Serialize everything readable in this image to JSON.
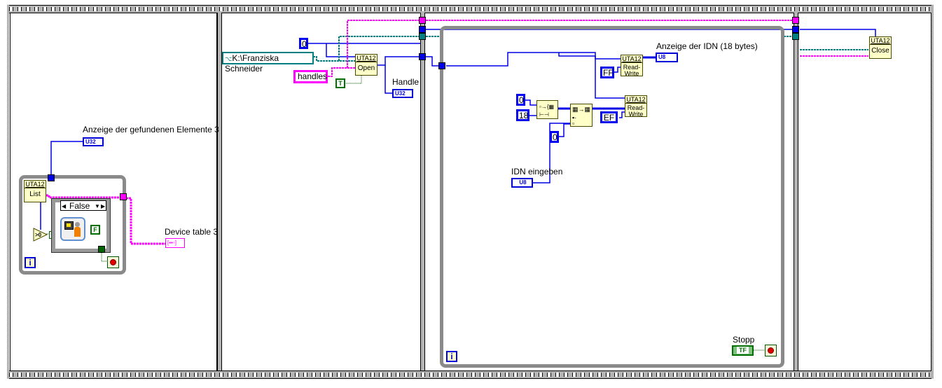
{
  "frames": {
    "frame1": {
      "indicator_count": {
        "label": "Anzeige der gefundenen Elemente 3",
        "type": "U32"
      },
      "list_subvi": {
        "header": "UTA12",
        "body": "List"
      },
      "compare": {
        "label": ">0"
      },
      "case_selector": {
        "value": "False"
      },
      "bool_const": {
        "value": "F"
      },
      "iteration": {
        "label": "i"
      },
      "device_table": {
        "label": "Device table 3"
      }
    },
    "frame2": {
      "const_zero": {
        "value": "0"
      },
      "path_const": {
        "value": "K:\\Franziska Schneider"
      },
      "handles_const": {
        "value": "handles"
      },
      "bool_true": {
        "value": "T"
      },
      "open_subvi": {
        "header": "UTA12",
        "body": "Open"
      },
      "handle_indicator": {
        "label": "Handle",
        "type": "U32"
      }
    },
    "frame3": {
      "idn_indicator": {
        "label": "Anzeige der IDN (18 bytes)",
        "type": "U8"
      },
      "readwrite1": {
        "header": "UTA12",
        "body1": "Read-",
        "body2": "Write"
      },
      "readwrite2": {
        "header": "UTA12",
        "body1": "Read-",
        "body2": "Write"
      },
      "const_ff": {
        "value": "FF"
      },
      "const_ef": {
        "value": "EF"
      },
      "const_0a": {
        "value": "0"
      },
      "const_18": {
        "value": "18"
      },
      "const_0b": {
        "value": "0"
      },
      "idn_input": {
        "label": "IDN eingeben",
        "type": "U8"
      },
      "stop_control": {
        "label": "Stopp",
        "type": "TF"
      },
      "iteration": {
        "label": "i"
      }
    },
    "frame4": {
      "close_subvi": {
        "header": "UTA12",
        "body": "Close"
      }
    }
  },
  "colors": {
    "wire_int": "#0000e6",
    "wire_cluster": "#ff00ff",
    "wire_path": "#008080",
    "wire_bool": "#006400",
    "subvi_bg": "#ffffc8",
    "frame_gray": "#b4b4b4",
    "loop_gray": "#8a8a8a"
  }
}
